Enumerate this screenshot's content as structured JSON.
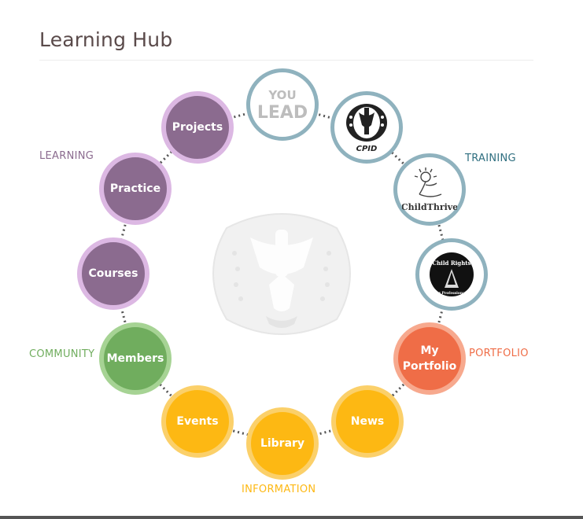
{
  "page": {
    "title": "Learning Hub"
  },
  "categories": {
    "learning": "LEARNING",
    "training": "TRAINING",
    "community": "COMMUNITY",
    "portfolio": "PORTFOLIO",
    "information": "INFORMATION"
  },
  "nodes": {
    "projects": "Projects",
    "practice": "Practice",
    "courses": "Courses",
    "members": "Members",
    "events": "Events",
    "library": "Library",
    "news": "News",
    "portfolio_line1": "My",
    "portfolio_line2": "Portfolio"
  },
  "logos": {
    "youlead_line1": "YOU",
    "youlead_line2": "LEAD",
    "cpid": "CPID",
    "childthrive": "ChildThrive",
    "childrights_line1": "Child Rights",
    "childrights_line2": "for Professionals"
  },
  "colors": {
    "learning": "#8b6b8f",
    "training": "#2f6f80",
    "community": "#70ad5e",
    "portfolio": "#ef6d47",
    "information": "#fdb813"
  },
  "icons": {
    "center": "lion-logo-watermark"
  }
}
